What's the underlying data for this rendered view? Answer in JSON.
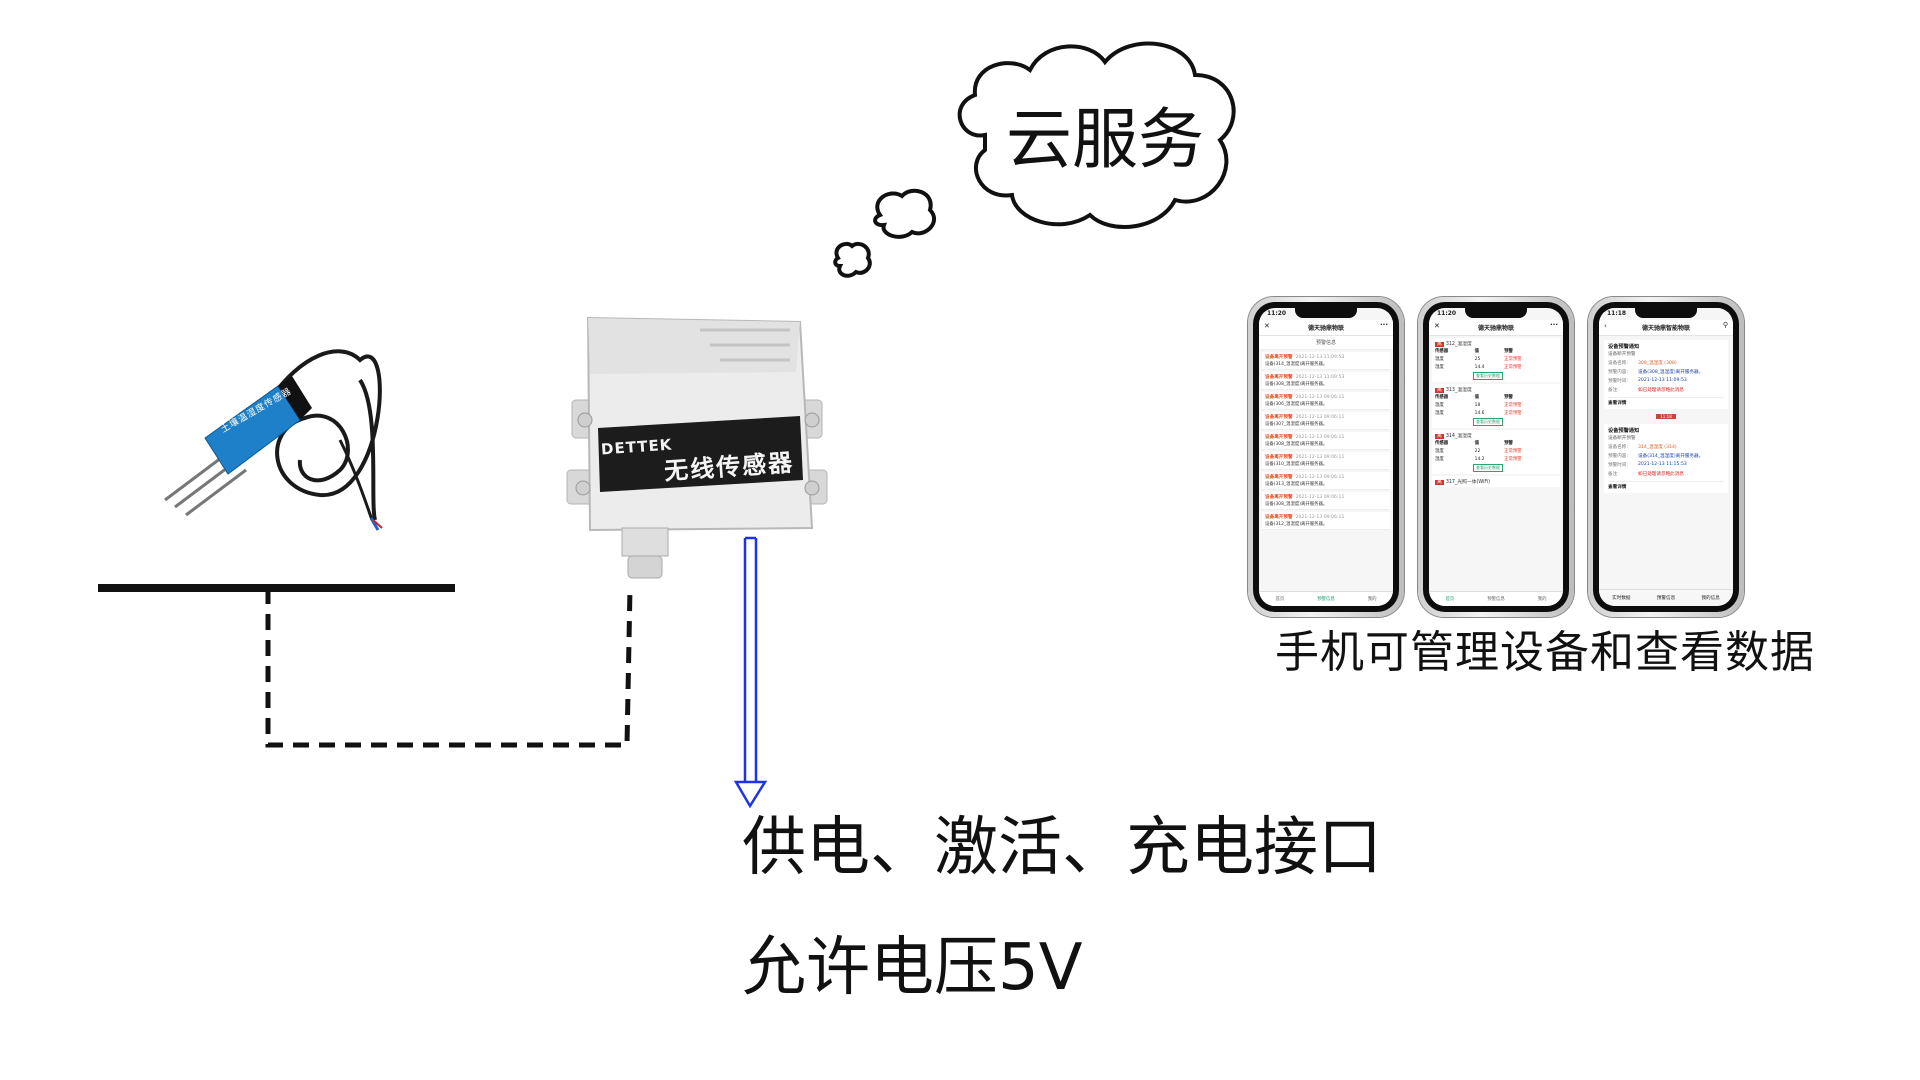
{
  "cloud": {
    "label": "云服务"
  },
  "sensor_box": {
    "brand": "DETTEK",
    "name": "无线传感器"
  },
  "probe": {
    "label": "土壤温湿度传感器"
  },
  "phones_caption": "手机可管理设备和查看数据",
  "port_info": {
    "line1": "供电、激活、充电接口",
    "line2": "允许电压5V"
  },
  "colors": {
    "arrow": "#1f33e6",
    "line": "#111111",
    "box": "#e6e6e6",
    "box_panel": "#1c1c1c"
  },
  "phone1": {
    "time": "11:20",
    "app_title": "德天驰鼎物联",
    "sub_title": "预警信息",
    "alarms": [
      {
        "title": "设备离开预警",
        "date": "2021-12-13 11:09:53",
        "body": "设备(314_温湿度)离开服务器。"
      },
      {
        "title": "设备离开预警",
        "date": "2021-12-13 11:09:53",
        "body": "设备(308_温湿度)离开服务器。"
      },
      {
        "title": "设备离开预警",
        "date": "2021-12-13 09:06:11",
        "body": "设备(306_温湿度)离开服务器。"
      },
      {
        "title": "设备离开预警",
        "date": "2021-12-13 09:06:11",
        "body": "设备(307_温湿度)离开服务器。"
      },
      {
        "title": "设备离开预警",
        "date": "2021-12-13 09:06:11",
        "body": "设备(308_温湿度)离开服务器。"
      },
      {
        "title": "设备离开预警",
        "date": "2021-12-13 09:06:11",
        "body": "设备(310_温湿度)离开服务器。"
      },
      {
        "title": "设备离开预警",
        "date": "2021-12-13 09:06:11",
        "body": "设备(313_温湿度)离开服务器。"
      },
      {
        "title": "设备离开预警",
        "date": "2021-12-13 09:06:11",
        "body": "设备(308_温湿度)离开服务器。"
      },
      {
        "title": "设备离开预警",
        "date": "2021-12-13 09:06:11",
        "body": "设备(312_温湿度)离开服务器。"
      }
    ],
    "tabs": [
      "首页",
      "预警信息",
      "我的"
    ]
  },
  "phone2": {
    "time": "11:20",
    "app_title": "德天驰鼎物联",
    "devices": [
      {
        "name": "312_温湿度",
        "rows": [
          [
            "温度",
            "25",
            "正常预警"
          ],
          [
            "湿度",
            "14.4",
            "正常预警"
          ]
        ]
      },
      {
        "name": "313_温湿度",
        "rows": [
          [
            "温度",
            "18",
            "正常预警"
          ],
          [
            "湿度",
            "14.6",
            "正常预警"
          ]
        ]
      },
      {
        "name": "314_温湿度",
        "rows": [
          [
            "温度",
            "22",
            "正常预警"
          ],
          [
            "湿度",
            "14.2",
            "正常预警"
          ]
        ]
      }
    ],
    "last_device": "317_光照一体(WiFi)",
    "headers": [
      "传感器",
      "值",
      "预警"
    ],
    "button": "查看历史数据",
    "tabs": [
      "首页",
      "预警信息",
      "我的"
    ]
  },
  "phone3": {
    "time": "11:18",
    "app_title": "德天驰鼎智能物联",
    "cards": [
      {
        "title": "设备预警通知",
        "sub": "设备断开预警",
        "device": "308_温湿度 (308)",
        "content": "设备(308_温湿度)离开服务器。",
        "time": "2021-12-13 11:09:53",
        "note": "如已处理请忽略此消息"
      },
      {
        "title": "设备预警通知",
        "sub": "设备断开预警",
        "device": "314_温湿度 (314)",
        "content": "设备(314_温湿度)离开服务器。",
        "time": "2021-12-13 11:15:53",
        "note": "如已处理请忽略此消息"
      }
    ],
    "labels": {
      "device": "设备名称:",
      "content": "预警内容:",
      "time": "预警时间:",
      "note": "备注:",
      "more": "查看详情"
    },
    "stamp": "11:18",
    "menu": [
      "实时数据",
      "预警信息",
      "我的信息"
    ]
  }
}
